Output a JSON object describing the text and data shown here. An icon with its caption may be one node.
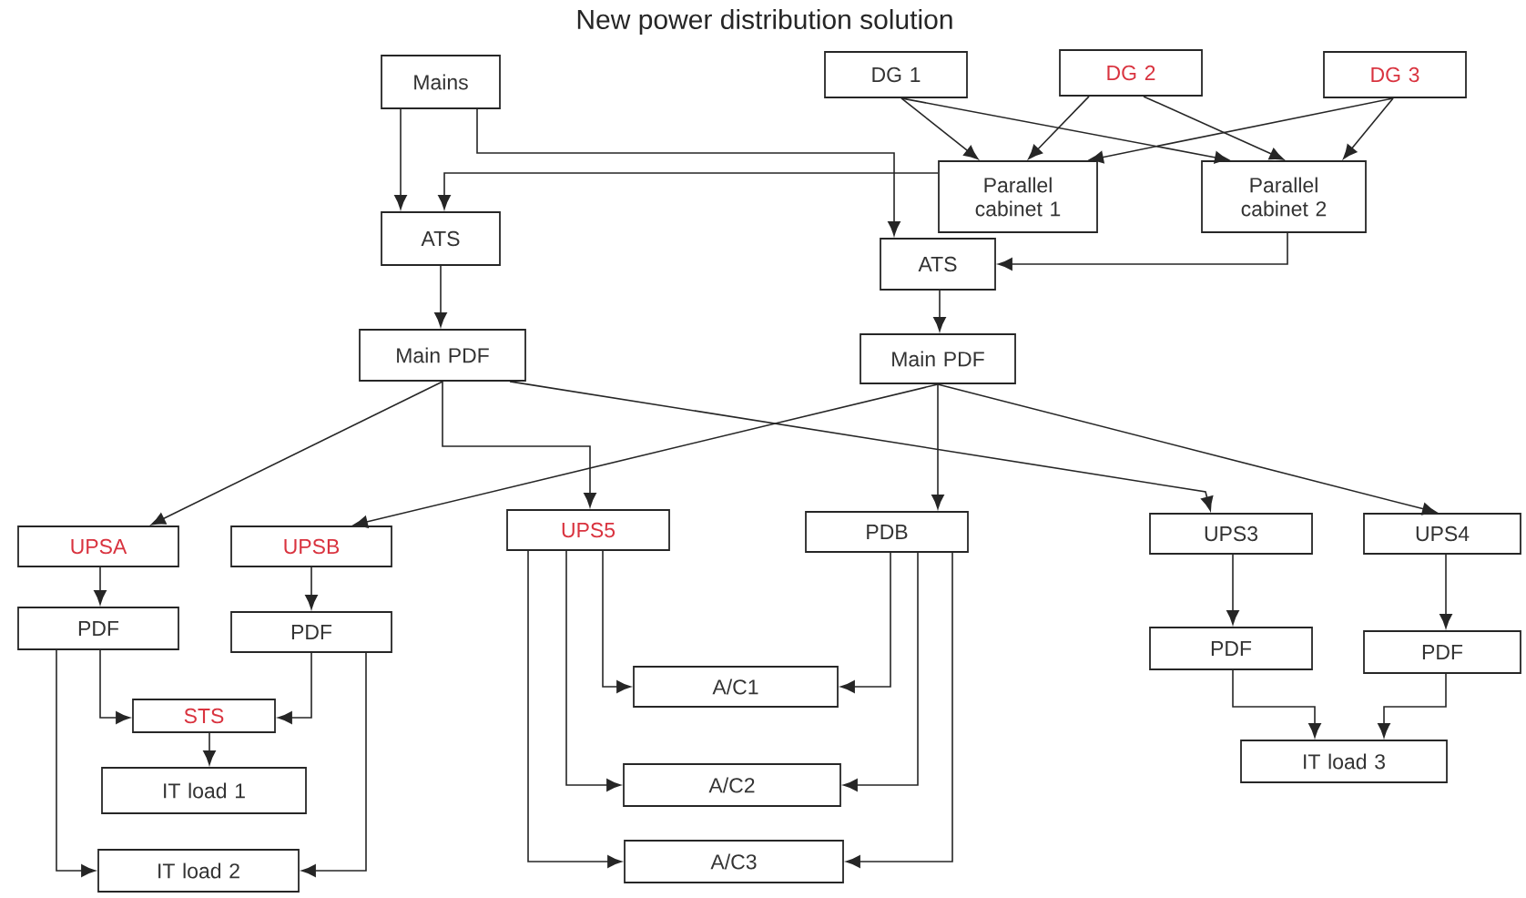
{
  "diagram": {
    "title": "New power distribution solution",
    "nodes": [
      {
        "text": [
          "Mains"
        ]
      },
      {
        "text": [
          "DG 1"
        ]
      },
      {
        "text": [
          "DG 2"
        ]
      },
      {
        "text": [
          "DG 3"
        ]
      },
      {
        "text": [
          "Parallel cabinet 1"
        ]
      },
      {
        "text": [
          "Parallel cabinet 2"
        ]
      },
      {
        "text": [
          "ATS"
        ]
      },
      {
        "text": [
          "ATS"
        ]
      },
      {
        "text": [
          "Main PDF"
        ]
      },
      {
        "text": [
          "Main PDF"
        ]
      },
      {
        "text": [
          "UPSA"
        ]
      },
      {
        "text": [
          "UPSB"
        ]
      },
      {
        "text": [
          "UPS5"
        ]
      },
      {
        "text": [
          "PDB"
        ]
      },
      {
        "text": [
          "UPS3"
        ]
      },
      {
        "text": [
          "UPS4"
        ]
      },
      {
        "text": [
          "PDF"
        ]
      },
      {
        "text": [
          "PDF"
        ]
      },
      {
        "text": [
          "STS"
        ]
      },
      {
        "text": [
          "IT load 1"
        ]
      },
      {
        "text": [
          "IT load 2"
        ]
      },
      {
        "text": [
          "A/C1"
        ]
      },
      {
        "text": [
          "A/C2"
        ]
      },
      {
        "text": [
          "A/C3"
        ]
      },
      {
        "text": [
          "PDF"
        ]
      },
      {
        "text": [
          "PDF"
        ]
      },
      {
        "text": [
          "IT load 3"
        ]
      }
    ],
    "edges": [
      {
        "from": 0,
        "to": 6,
        "arrow": "to"
      },
      {
        "from": 0,
        "to": 7,
        "arrow": "to"
      },
      {
        "from": 1,
        "to": 4,
        "arrow": "to"
      },
      {
        "from": 1,
        "to": 5,
        "arrow": "to"
      },
      {
        "from": 2,
        "to": 4,
        "arrow": "to"
      },
      {
        "from": 2,
        "to": 5,
        "arrow": "to"
      },
      {
        "from": 3,
        "to": 4,
        "arrow": "to"
      },
      {
        "from": 3,
        "to": 5,
        "arrow": "to"
      },
      {
        "from": 4,
        "to": 6,
        "arrow": "to"
      },
      {
        "from": 5,
        "to": 7,
        "arrow": "to"
      },
      {
        "from": 6,
        "to": 8,
        "arrow": "to"
      },
      {
        "from": 7,
        "to": 9,
        "arrow": "to"
      },
      {
        "from": 8,
        "to": 10,
        "arrow": "to"
      },
      {
        "from": 8,
        "to": 12,
        "arrow": "to"
      },
      {
        "from": 8,
        "to": 14,
        "arrow": "to"
      },
      {
        "from": 9,
        "to": 11,
        "arrow": "to"
      },
      {
        "from": 9,
        "to": 13,
        "arrow": "to"
      },
      {
        "from": 9,
        "to": 15,
        "arrow": "to"
      },
      {
        "from": 10,
        "to": 16,
        "arrow": "to"
      },
      {
        "from": 11,
        "to": 17,
        "arrow": "to"
      },
      {
        "from": 14,
        "to": 24,
        "arrow": "to"
      },
      {
        "from": 15,
        "to": 25,
        "arrow": "to"
      },
      {
        "from": 16,
        "to": 18,
        "arrow": "to"
      },
      {
        "from": 16,
        "to": 20,
        "arrow": "to"
      },
      {
        "from": 17,
        "to": 18,
        "arrow": "to"
      },
      {
        "from": 17,
        "to": 20,
        "arrow": "to"
      },
      {
        "from": 18,
        "to": 19,
        "arrow": "to"
      },
      {
        "from": 12,
        "to": 21,
        "arrow": "to"
      },
      {
        "from": 12,
        "to": 22,
        "arrow": "to"
      },
      {
        "from": 12,
        "to": 23,
        "arrow": "to"
      },
      {
        "from": 13,
        "to": 21,
        "arrow": "to"
      },
      {
        "from": 13,
        "to": 22,
        "arrow": "to"
      },
      {
        "from": 13,
        "to": 23,
        "arrow": "to"
      },
      {
        "from": 24,
        "to": 26,
        "arrow": "to"
      },
      {
        "from": 25,
        "to": 26,
        "arrow": "to"
      }
    ]
  }
}
